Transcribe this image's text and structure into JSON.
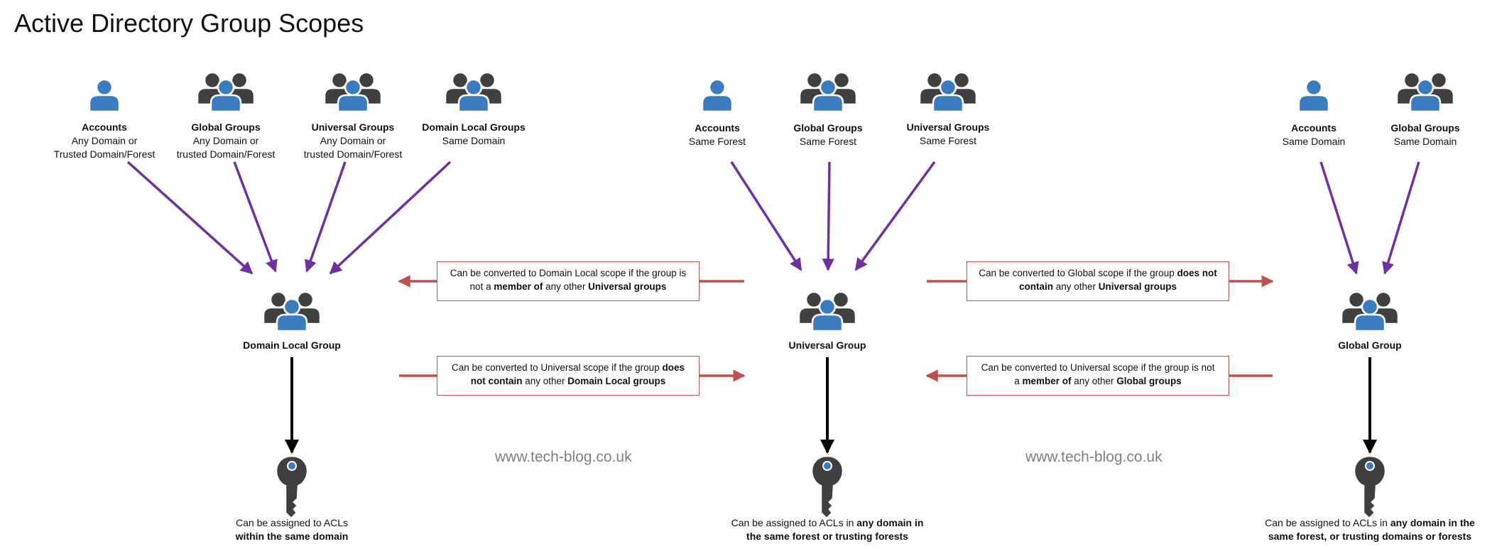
{
  "title": "Active Directory Group Scopes",
  "watermark": "www.tech-blog.co.uk",
  "colors": {
    "person_blue": "#3b7bbf",
    "person_dark": "#404040",
    "purple_arrow": "#7030a0",
    "red_arrow": "#c0504d",
    "black_arrow": "#000000"
  },
  "domain_local": {
    "sources": [
      {
        "icon": "person-icon",
        "name": "Accounts",
        "lines": [
          "Any Domain or",
          "Trusted Domain/Forest"
        ]
      },
      {
        "icon": "group-icon",
        "name": "Global Groups",
        "lines": [
          "Any Domain or",
          "trusted Domain/Forest"
        ]
      },
      {
        "icon": "group-icon",
        "name": "Universal Groups",
        "lines": [
          "Any Domain or",
          "trusted Domain/Forest"
        ]
      },
      {
        "icon": "group-icon",
        "name": "Domain Local Groups",
        "lines": [
          "Same Domain"
        ]
      }
    ],
    "group_label": "Domain Local Group",
    "acl": {
      "text1": "Can be assigned to ACLs",
      "bold1": "",
      "text2": "",
      "bold2": "within the same domain"
    }
  },
  "universal": {
    "sources": [
      {
        "icon": "person-icon",
        "name": "Accounts",
        "lines": [
          "Same Forest"
        ]
      },
      {
        "icon": "group-icon",
        "name": "Global Groups",
        "lines": [
          "Same Forest"
        ]
      },
      {
        "icon": "group-icon",
        "name": "Universal Groups",
        "lines": [
          "Same Forest"
        ]
      }
    ],
    "group_label": "Universal Group",
    "acl": {
      "text1": "Can be assigned to ACLs in ",
      "bold1": "any domain in",
      "text2": "",
      "bold2": "the same forest or trusting forests"
    }
  },
  "global": {
    "sources": [
      {
        "icon": "person-icon",
        "name": "Accounts",
        "lines": [
          "Same Domain"
        ]
      },
      {
        "icon": "group-icon",
        "name": "Global Groups",
        "lines": [
          "Same Domain"
        ]
      }
    ],
    "group_label": "Global Group",
    "acl": {
      "text1": "Can be assigned to ACLs in ",
      "bold1": "any domain in the",
      "text2": "",
      "bold2": "same forest, or trusting domains or forests"
    }
  },
  "conversions": {
    "u_to_dl": {
      "a": "Can be converted to Domain Local scope if the group is",
      "b": "not a ",
      "c": "member of",
      "d": " any other ",
      "e": "Universal groups"
    },
    "dl_to_u": {
      "a": "Can be converted to Universal scope if the group ",
      "b": "does",
      "c": "not contain",
      "d": " any other ",
      "e": "Domain Local groups"
    },
    "u_to_g": {
      "a": "Can be converted to Global scope if the group ",
      "b": "does not",
      "c": "contain",
      "d": " any other ",
      "e": "Universal groups"
    },
    "g_to_u": {
      "a": "Can be converted to Universal scope if the group is not",
      "b": "a ",
      "c": "member of",
      "d": " any other ",
      "e": "Global groups"
    }
  }
}
